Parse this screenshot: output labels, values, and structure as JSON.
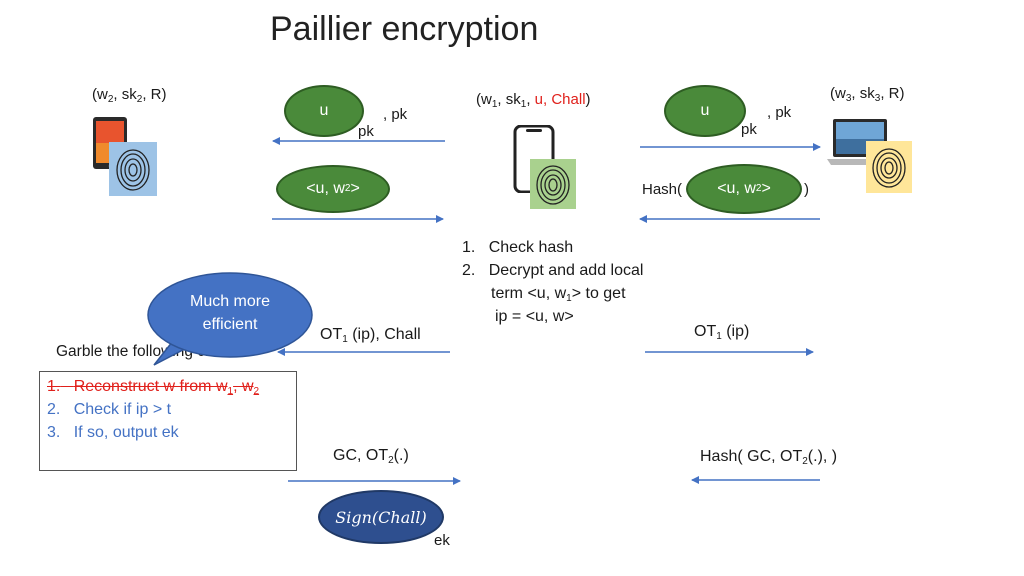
{
  "title": "Paillier encryption",
  "parties": {
    "left": {
      "w": "w",
      "w_sub": "2",
      "sk": "sk",
      "sk_sub": "2",
      "r": "R"
    },
    "center": {
      "w": "w",
      "w_sub": "1",
      "sk": "sk",
      "sk_sub": "1",
      "u": "u",
      "chall": "Chall"
    },
    "right": {
      "w": "w",
      "w_sub": "3",
      "sk": "sk",
      "sk_sub": "3",
      "r": "R"
    }
  },
  "messages": {
    "enc_left": {
      "u": "u",
      "pk_sub": "pk",
      "pk": ", pk"
    },
    "enc_right": {
      "u": "u",
      "pk_sub": "pk",
      "pk": ", pk"
    },
    "ip_left": {
      "text": "<u, w",
      "sub": "2",
      "close": ">"
    },
    "ip_right": {
      "prefix": "Hash(",
      "text": "<u, w",
      "sub": "2",
      "close": ">",
      "suffix": ")"
    },
    "ot1_left": {
      "ot": "OT",
      "sub": "1",
      "rest": " (ip), Chall"
    },
    "ot1_right": {
      "ot": "OT",
      "sub": "1",
      "rest": " (ip)"
    },
    "gc_left": {
      "text": "GC, OT",
      "sub": "2",
      "rest": "(.)"
    },
    "gc_right": {
      "text": "Hash( GC, OT",
      "sub": "2",
      "rest": "(.),  )"
    },
    "sign": "Sign(Chall)",
    "ek": "ek"
  },
  "steps": [
    {
      "num": "1.",
      "text": "Check hash"
    },
    {
      "num": "2.",
      "text": "Decrypt and add  local"
    },
    {
      "num": "",
      "text_a": "term <u, w",
      "sub": "1",
      "text_b": "> to get"
    },
    {
      "num": "",
      "text": "ip = <u, w>"
    }
  ],
  "bubble": {
    "line1": "Much more",
    "line2": "efficient"
  },
  "garble": {
    "heading": "Garble the following circuit:",
    "items": [
      {
        "num": "1.",
        "text_a": "Reconstruct w from w",
        "sub_a": "1",
        "text_b": ", w",
        "sub_b": "2"
      },
      {
        "num": "2.",
        "text": "Check if ip  > t"
      },
      {
        "num": "3.",
        "text": "If so, output ek"
      }
    ]
  },
  "colors": {
    "green_fill": "#4a8a3a",
    "blue_fill": "#2e4f8f",
    "bubble_fill": "#4472c4",
    "arrow": "#4472c4",
    "red": "#e0201b",
    "fingerprint_blue_bg": "#9dc3e6",
    "fingerprint_green_bg": "#a9d18e",
    "fingerprint_yellow_bg": "#ffe699"
  },
  "icons": [
    "tablet-icon",
    "smartphone-icon",
    "laptop-icon",
    "fingerprint-icon"
  ]
}
